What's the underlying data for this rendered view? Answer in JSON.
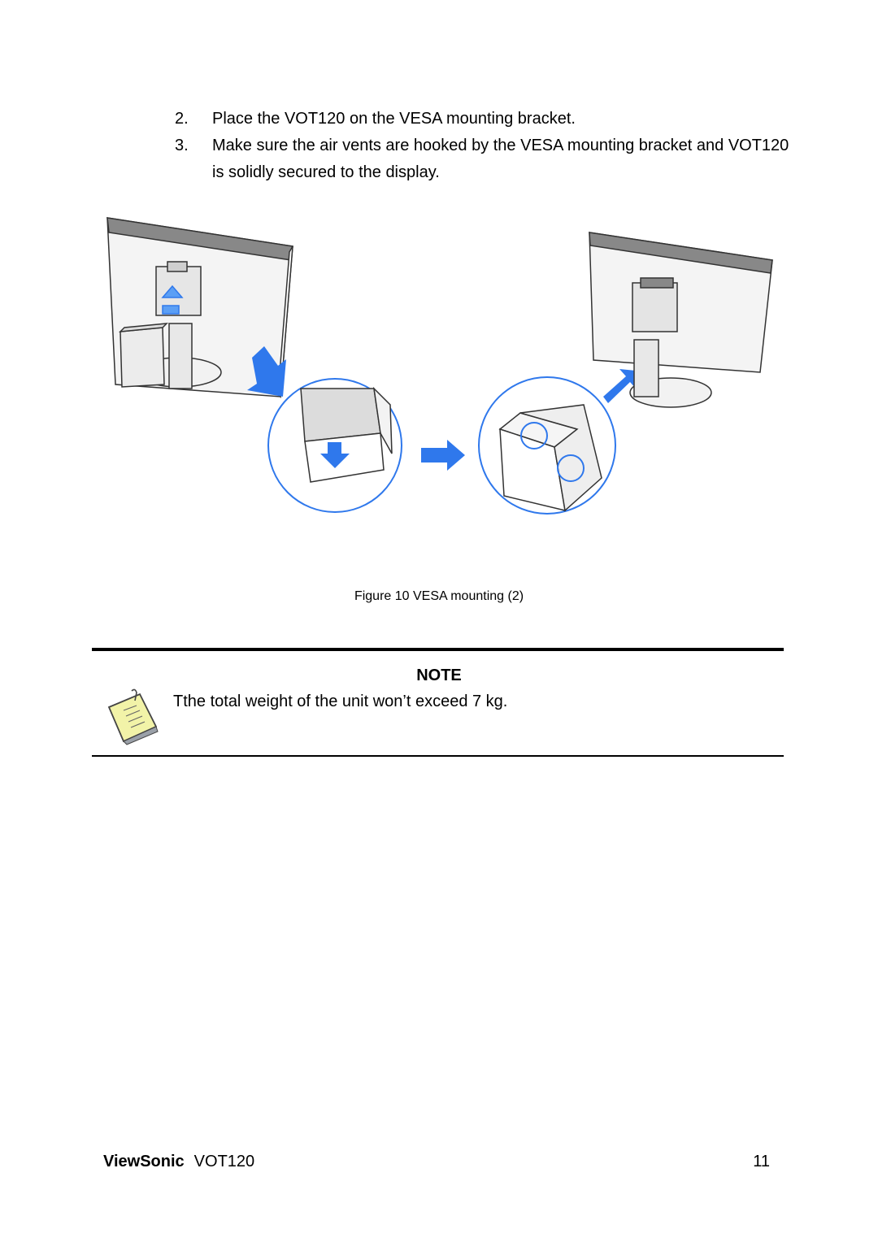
{
  "steps": [
    {
      "number": "2.",
      "text": "Place the VOT120 on the VESA mounting bracket."
    },
    {
      "number": "3.",
      "text": "Make sure the air vents are hooked by the VESA mounting bracket and VOT120 is solidly secured to the display."
    }
  ],
  "figure": {
    "caption": "Figure 10 VESA mounting (2)",
    "accent_color": "#2f78ec"
  },
  "note": {
    "title": "NOTE",
    "text": "Tthe total weight of the unit won’t exceed 7 kg.",
    "icon": "note-paper-icon"
  },
  "footer": {
    "brand": "ViewSonic",
    "model": "VOT120",
    "page_number": "11"
  }
}
